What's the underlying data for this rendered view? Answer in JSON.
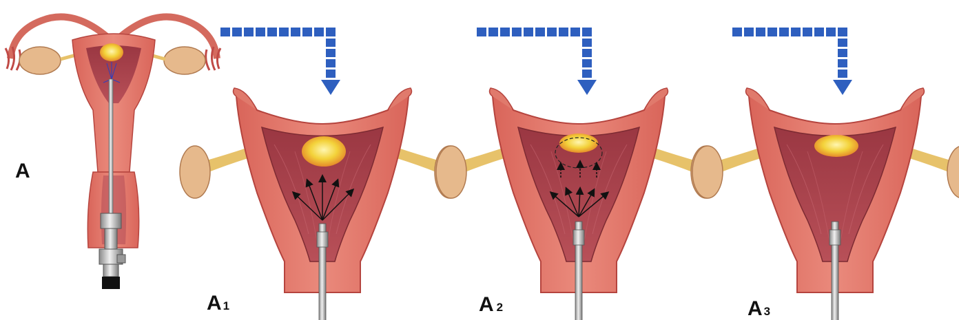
{
  "labels": {
    "overview": "A",
    "step1": {
      "letter": "A",
      "index": "1"
    },
    "step2": {
      "letter": "A",
      "index": "2"
    },
    "step3": {
      "letter": "A",
      "index": "3"
    }
  },
  "colors": {
    "tissue": "#e07a6c",
    "tissue_dark": "#c2524a",
    "cavity": "#a5404a",
    "lesion": "#f3d23a",
    "ovary": "#e6b98c",
    "ligament": "#e7c26a",
    "arrow_blue": "#2e5fbf",
    "scope": "#b5b5b5"
  }
}
